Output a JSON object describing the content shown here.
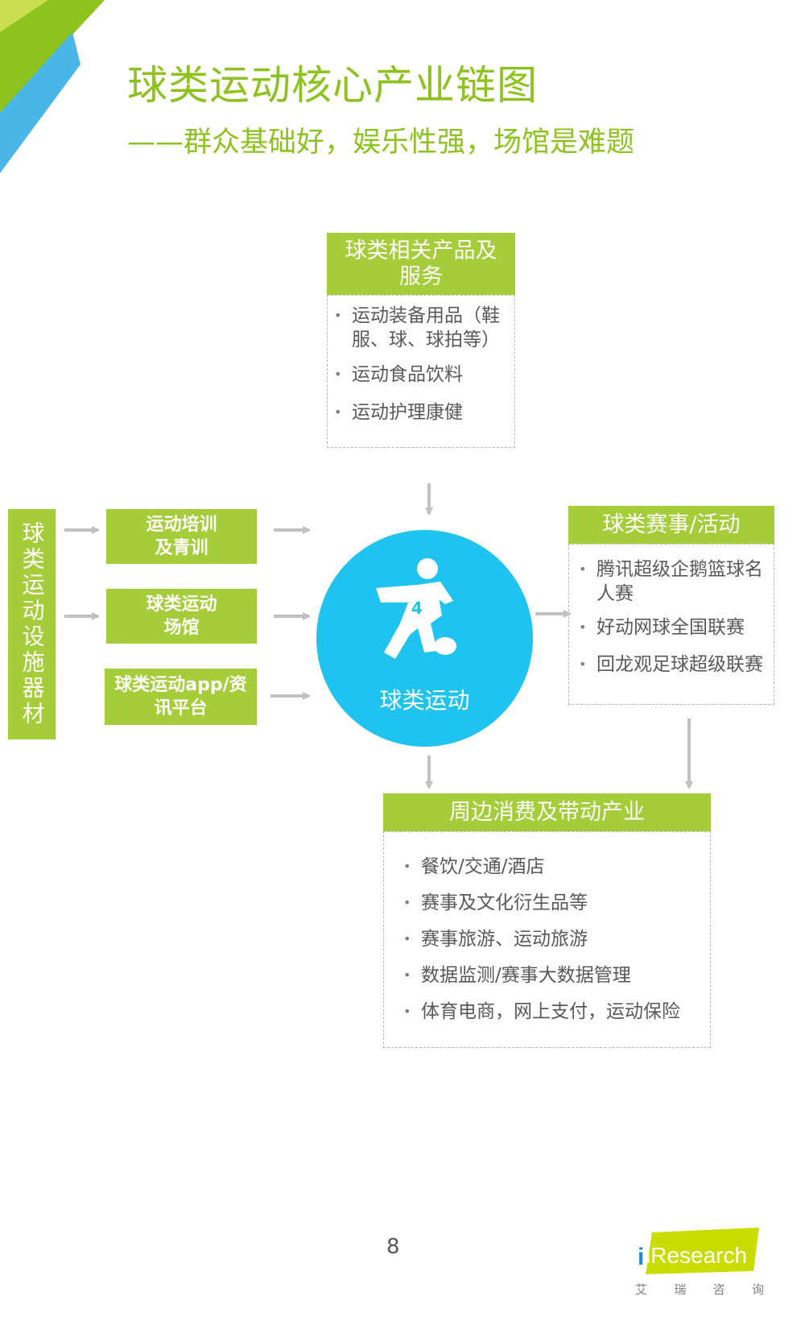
{
  "header": {
    "title": "球类运动核心产业链图",
    "subtitle": "——群众基础好，娱乐性强，场馆是难题"
  },
  "top_box": {
    "header": "球类相关产品及服务",
    "items": [
      "运动装备用品（鞋服、球、球拍等）",
      "运动食品饮料",
      "运动护理康健"
    ]
  },
  "left_column": {
    "label": "球类运动设施器材",
    "boxes": [
      "运动培训及青训",
      "球类运动场馆",
      "球类运动app/资讯平台"
    ]
  },
  "center": {
    "label": "球类运动",
    "jersey_number": "4"
  },
  "right_box": {
    "header": "球类赛事/活动",
    "items": [
      "腾讯超级企鹅篮球名人赛",
      "好动网球全国联赛",
      "回龙观足球超级联赛"
    ]
  },
  "bottom_box": {
    "header": "周边消费及带动产业",
    "items": [
      "餐饮/交通/酒店",
      "赛事及文化衍生品等",
      "赛事旅游、运动旅游",
      "数据监测/赛事大数据管理",
      "体育电商，网上支付，运动保险"
    ]
  },
  "footer": {
    "page_number": "8",
    "logo_text": "iResearch",
    "logo_cn": [
      "艾",
      "瑞",
      "咨",
      "询"
    ]
  },
  "colors": {
    "green": "#a5cd39",
    "title_green": "#8dc21f",
    "circle_blue": "#1fc3ef",
    "arrow_gray": "#c0c0c0"
  }
}
